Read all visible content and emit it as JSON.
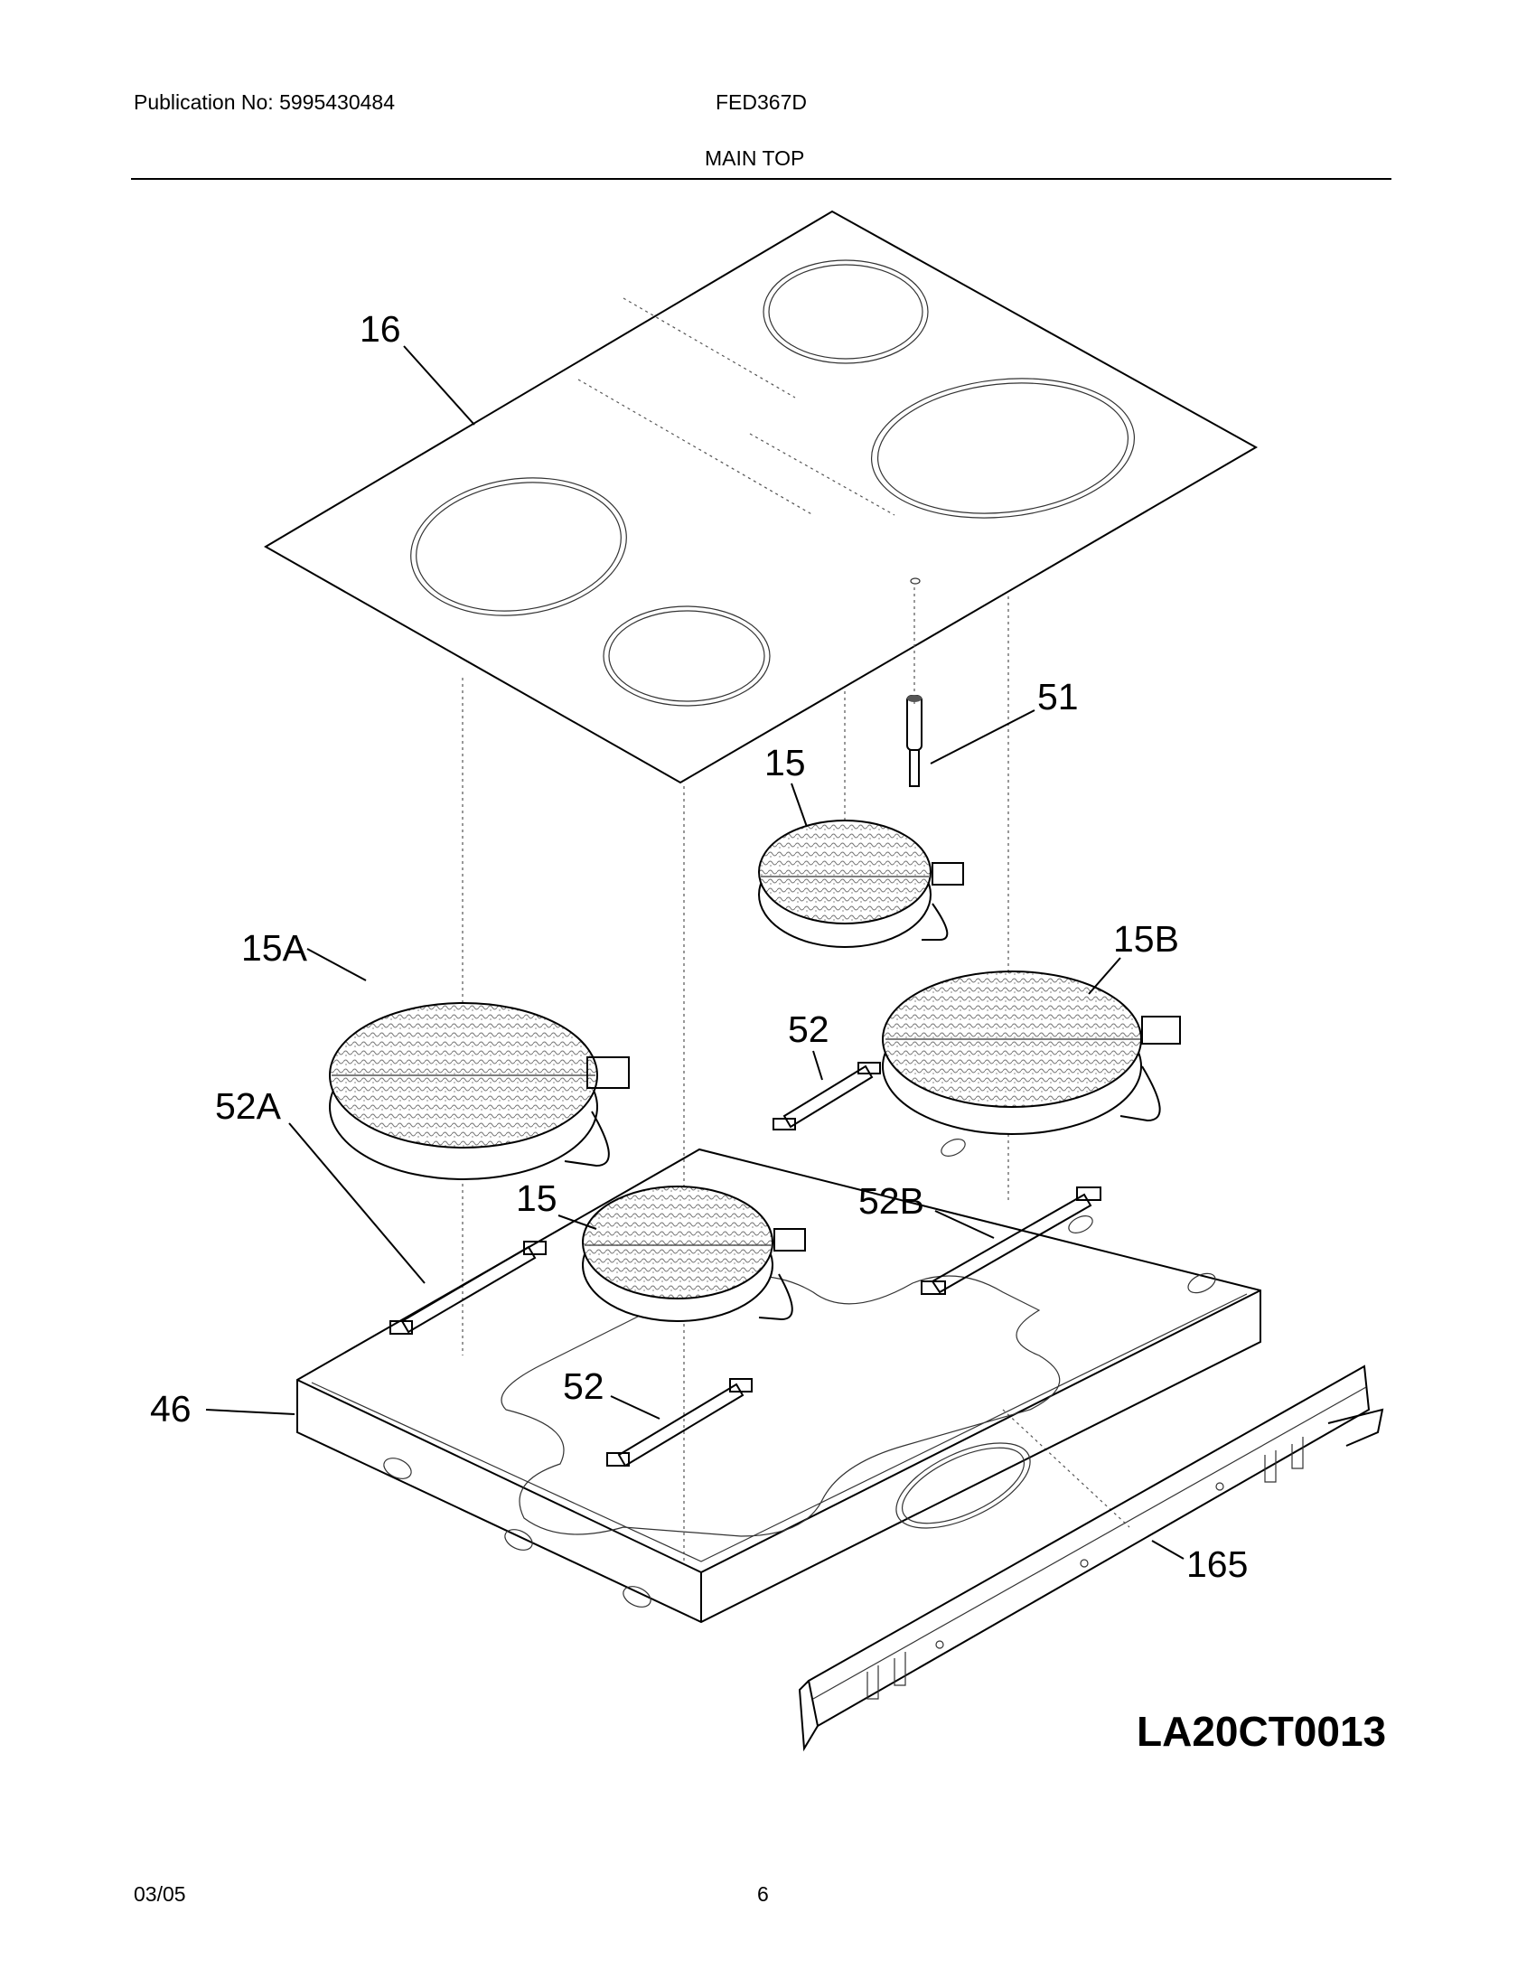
{
  "header": {
    "publication": "Publication No: 5995430484",
    "model": "FED367D",
    "section_title": "MAIN TOP"
  },
  "diagram": {
    "part_labels": [
      "16",
      "51",
      "15",
      "15B",
      "15A",
      "52",
      "52A",
      "15",
      "52B",
      "46",
      "52",
      "165"
    ],
    "drawing_code": "LA20CT0013"
  },
  "footer": {
    "date": "03/05",
    "page": "6"
  }
}
